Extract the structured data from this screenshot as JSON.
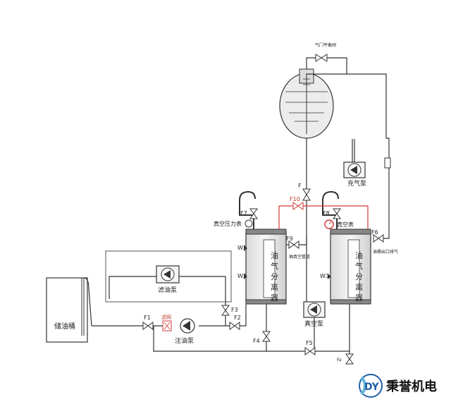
{
  "labels": {
    "oil_tank": "储油桶",
    "filter_pump": "滤油泵",
    "filter_mesh": "滤网",
    "oil_pump": "注油泵",
    "vacuum_pump": "真空泵",
    "gas_pump": "充气泵",
    "vacuum_pressure_gauge": "真空压力表",
    "vacuum_gauge": "真空表",
    "drain_note_1": "抽真空管道",
    "drain_note_2": "油桶出口排气",
    "top_note": "气门平衡阀",
    "separator_chars": [
      "油",
      "气",
      "分",
      "离",
      "器"
    ]
  },
  "valves": {
    "f1": "F1",
    "f2": "F2",
    "f3": "F3",
    "f4": "F4",
    "f5": "F5",
    "f6": "F6",
    "f7": "F7",
    "f8": "F8",
    "f9": "F9",
    "f10": "F10",
    "f": "F",
    "fa": "Fa"
  },
  "ports": {
    "w1": "W1",
    "w2": "W2",
    "w3": "W3"
  },
  "brand": {
    "name": "秉誉机电",
    "logo_letters": "DY",
    "accent": "#1f5fa8",
    "accent_light": "#63b8d8"
  },
  "colors": {
    "line": "#333333",
    "red_line": "#d23a3a",
    "vessel_fill": "#f2f2f2"
  }
}
